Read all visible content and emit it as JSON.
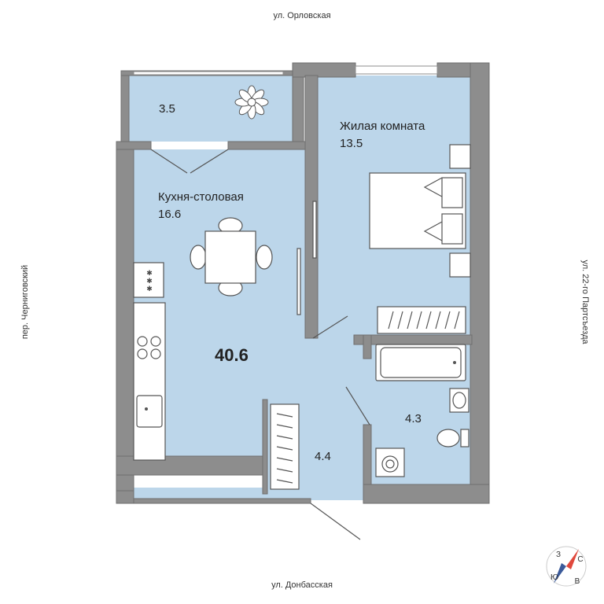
{
  "streets": {
    "top": "ул. Орловская",
    "bottom": "ул. Донбасская",
    "left": "пер. Черниговский",
    "right": "ул. 22-го Партсъезда"
  },
  "total_area": "40.6",
  "rooms": {
    "balcony_top": {
      "area": "3.5"
    },
    "kitchen": {
      "name": "Кухня-столовая",
      "area": "16.6"
    },
    "living": {
      "name": "Жилая комната",
      "area": "13.5"
    },
    "hall": {
      "area": "4.4"
    },
    "bathroom": {
      "area": "4.3"
    }
  },
  "compass": {
    "n": "С",
    "s": "Ю",
    "w": "З",
    "e": "В"
  },
  "colors": {
    "floor": "#bcd6ea",
    "wall": "#8d8d8d",
    "wall_edge": "#6f6f6f",
    "furniture": "#ffffff",
    "compass_red": "#e0483c",
    "compass_blue": "#3b5a9a"
  }
}
